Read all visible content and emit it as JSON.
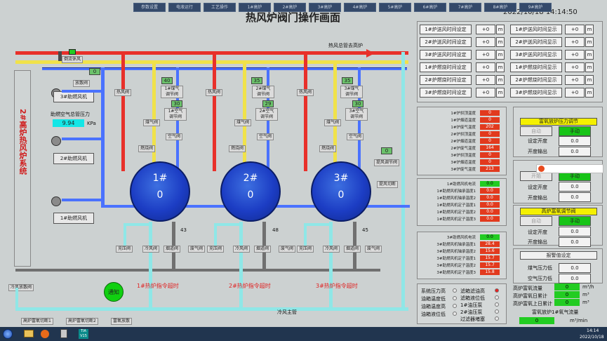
{
  "window": {
    "title": "热风炉阀门操作画面",
    "datetime": "2022/10/18 14:14:50"
  },
  "pipes": {
    "hot_main": "热风总管去高炉",
    "cold_main": "冷风主管",
    "bypass": "倒流休风"
  },
  "left_system": {
    "vertical_title": "2#高炉热风炉系统",
    "blowers": [
      "3#助燃风机",
      "2#助燃风机",
      "1#助燃风机"
    ],
    "release_valve": "放散阀",
    "release_value": "0",
    "pressure_label": "助燃空气总管压力",
    "pressure_value": "9.94",
    "pressure_unit": "KPa",
    "cold_release": "冷风放散阀",
    "enrich_valves": [
      "高炉富氧切断1",
      "高炉富氧切断2",
      "富氧放散"
    ],
    "notify_btn": "通知"
  },
  "furnaces": [
    {
      "name": "1#",
      "value": "0",
      "hot_valve": "热风阀",
      "gas_valve_label": "1#煤气调节阀",
      "gas_valve_value": "40",
      "air_valve_label": "1#空气调节阀",
      "air_valve_value": "30",
      "gas_valve": "煤气阀",
      "air_cut_valve": "空气阀",
      "burn_valve": "燃烧阀",
      "bottom_valves": [
        "充压阀",
        "冷风阀",
        "烟道阀",
        "废气阀"
      ],
      "smoke_value": "43",
      "alarm": "1#热炉指令超时"
    },
    {
      "name": "2#",
      "value": "0",
      "hot_valve": "热风阀",
      "gas_valve_label": "2#煤气调节阀",
      "gas_valve_value": "35",
      "air_valve_label": "2#空气调节阀",
      "air_valve_value": "29",
      "gas_valve": "煤气阀",
      "air_cut_valve": "空气阀",
      "burn_valve": "燃烧阀",
      "bottom_valves": [
        "充压阀",
        "冷风阀",
        "烟道阀",
        "废气阀"
      ],
      "smoke_value": "48",
      "alarm": "2#热炉指令超时"
    },
    {
      "name": "3#",
      "value": "0",
      "hot_valve": "热风阀",
      "gas_valve_label": "3#煤气调节阀",
      "gas_valve_value": "35",
      "air_valve_label": "3#空气调节阀",
      "air_valve_value": "30",
      "gas_valve": "煤气阀",
      "air_cut_valve": "空气阀",
      "burn_valve": "燃烧阀",
      "bottom_valves": [
        "充压阀",
        "冷风阀",
        "烟道阀",
        "废气阀"
      ],
      "smoke_value": "45",
      "alarm": "3#热炉指令超时"
    }
  ],
  "right_side": {
    "lift_valve": "提风调节阀",
    "lift_value": "0",
    "lift_cut": "提风切断"
  },
  "time_settings": [
    {
      "label": "1#炉送风时间设定",
      "value": "+0",
      "unit": "m",
      "label2": "1#炉送风时间显示",
      "value2": "+0",
      "unit2": "m"
    },
    {
      "label": "2#炉送风时间设定",
      "value": "+0",
      "unit": "m",
      "label2": "2#炉送风时间显示",
      "value2": "+0",
      "unit2": "m"
    },
    {
      "label": "3#炉送风时间设定",
      "value": "+0",
      "unit": "m",
      "label2": "3#炉送风时间显示",
      "value2": "+0",
      "unit2": "m"
    },
    {
      "label": "1#炉燃烧时间设定",
      "value": "+0",
      "unit": "m",
      "label2": "1#炉燃烧时间显示",
      "value2": "+0",
      "unit2": "m"
    },
    {
      "label": "2#炉燃烧时间设定",
      "value": "+0",
      "unit": "m",
      "label2": "2#炉燃烧时间显示",
      "value2": "+0",
      "unit2": "m"
    },
    {
      "label": "3#炉燃烧时间设定",
      "value": "+0",
      "unit": "m",
      "label2": "3#炉燃烧时间显示",
      "value2": "+0",
      "unit2": "m"
    }
  ],
  "temp_table": [
    {
      "label": "1#炉拱顶温度",
      "value": "0"
    },
    {
      "label": "1#炉烟道温度",
      "value": "0"
    },
    {
      "label": "1#炉废气温度",
      "value": "202"
    },
    {
      "label": "2#炉拱顶温度",
      "value": "0"
    },
    {
      "label": "2#炉烟道温度",
      "value": "0"
    },
    {
      "label": "2#炉废气温度",
      "value": "164"
    },
    {
      "label": "3#炉拱顶温度",
      "value": "0"
    },
    {
      "label": "3#炉烟道温度",
      "value": "0"
    },
    {
      "label": "3#炉废气温度",
      "value": "213"
    }
  ],
  "motor_table": [
    {
      "label": "1#助燃风机电流",
      "value": "0.0",
      "color": "green"
    },
    {
      "label": "1#助燃风机轴承温度1",
      "value": "0.0",
      "color": "red"
    },
    {
      "label": "1#助燃风机轴承温度2",
      "value": "0.0",
      "color": "red"
    },
    {
      "label": "1#助燃风机定子温度1",
      "value": "0.0",
      "color": "red"
    },
    {
      "label": "1#助燃风机定子温度2",
      "value": "0.0",
      "color": "red"
    },
    {
      "label": "1#助燃风机定子温度3",
      "value": "0.0",
      "color": "red"
    }
  ],
  "motor_table2": [
    {
      "label": "3#助燃风机电流",
      "value": "0.0",
      "color": "green"
    },
    {
      "label": "3#助燃风机轴承温度1",
      "value": "28.4",
      "color": "red"
    },
    {
      "label": "3#助燃风机轴承温度2",
      "value": "15.6",
      "color": "red"
    },
    {
      "label": "3#助燃风机定子温度1",
      "value": "15.7",
      "color": "red"
    },
    {
      "label": "3#助燃风机定子温度2",
      "value": "15.7",
      "color": "red"
    },
    {
      "label": "3#助燃风机定子温度3",
      "value": "15.8",
      "color": "red"
    }
  ],
  "alarms_left": [
    "系统压力高",
    "油箱温度低",
    "油箱温度高",
    "油箱液位低"
  ],
  "alarms_right": [
    "滤箱滤油高",
    "滤箱液位低",
    "1#油压泵",
    "2#油压泵",
    "过滤器堵塞"
  ],
  "oxygen_pressure": {
    "title": "富氧放炉压力调节",
    "auto": "自动",
    "manual": "手动",
    "set_label": "设定开度",
    "set_value": "0.0",
    "out_label": "开度输出",
    "out_value": "0.0"
  },
  "oxygen_flow": {
    "title": "高炉富氧调节阀",
    "auto": "自动",
    "manual": "手动",
    "set_label": "设定开度",
    "set_value": "0.0",
    "out_label": "开度输出",
    "out_value": "0.0"
  },
  "middle_panel": {
    "auto": "开始",
    "manual": "手动",
    "set_label": "设定开度",
    "set_value": "0.0",
    "out_label": "开度输出",
    "out_value": "0.0"
  },
  "alarm_settings": {
    "title": "报警值设定",
    "gas_low": "煤气压力低",
    "gas_low_value": "0.0",
    "air_low": "空气压力低",
    "air_low_value": "0.0"
  },
  "oxygen_stats": {
    "flow_label": "高炉富氧流量",
    "flow_value": "0",
    "flow_unit": "m³/h",
    "day_label": "高炉富氧日累计",
    "day_value": "0",
    "day_unit": "m³",
    "month_label": "高炉富氧上日累计",
    "month_value": "0",
    "month_unit": "m³",
    "furnace_label": "富氧放炉1#氧气流量",
    "furnace_value": "0",
    "furnace_unit": "m³/min"
  },
  "taskbar": {
    "items": [
      "参数设置",
      "电液运行",
      "工艺操作",
      "1#高炉",
      "2#高炉",
      "3#高炉",
      "4#高炉",
      "5#高炉",
      "6#高炉",
      "7#高炉",
      "8#高炉",
      "9#高炉"
    ],
    "time": "14:14",
    "date": "2022/10/18"
  }
}
